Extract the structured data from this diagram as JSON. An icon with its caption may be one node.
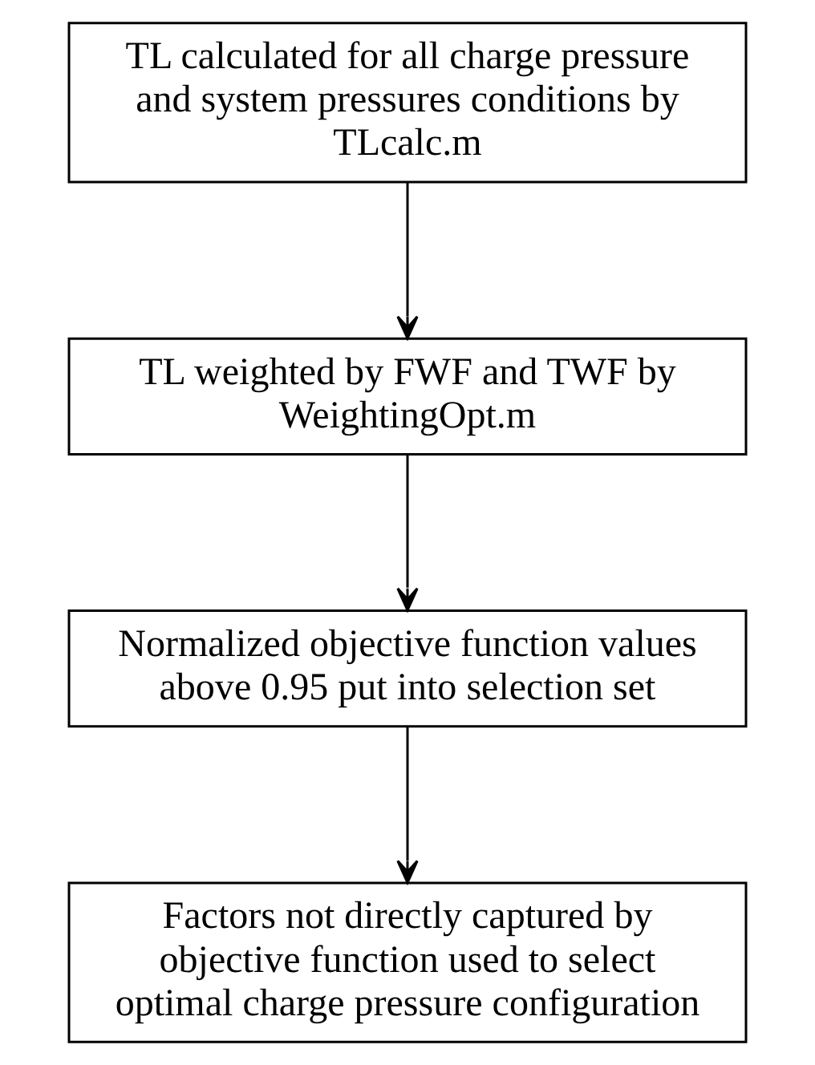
{
  "diagram": {
    "nodes": [
      {
        "text": [
          "TL calculated for all charge pressure and system pressures conditions by TLcalc.m"
        ]
      },
      {
        "text": [
          "TL weighted by FWF and TWF by WeightingOpt.m"
        ]
      },
      {
        "text": [
          "Normalized objective function values above 0.95 put into selection set"
        ]
      },
      {
        "text": [
          "Factors not directly captured by objective function used to select optimal charge pressure configuration"
        ]
      }
    ],
    "edges": [
      {
        "from": 0,
        "to": 1,
        "arrow": "to"
      },
      {
        "from": 1,
        "to": 2,
        "arrow": "to"
      },
      {
        "from": 2,
        "to": 3,
        "arrow": "to"
      }
    ]
  }
}
